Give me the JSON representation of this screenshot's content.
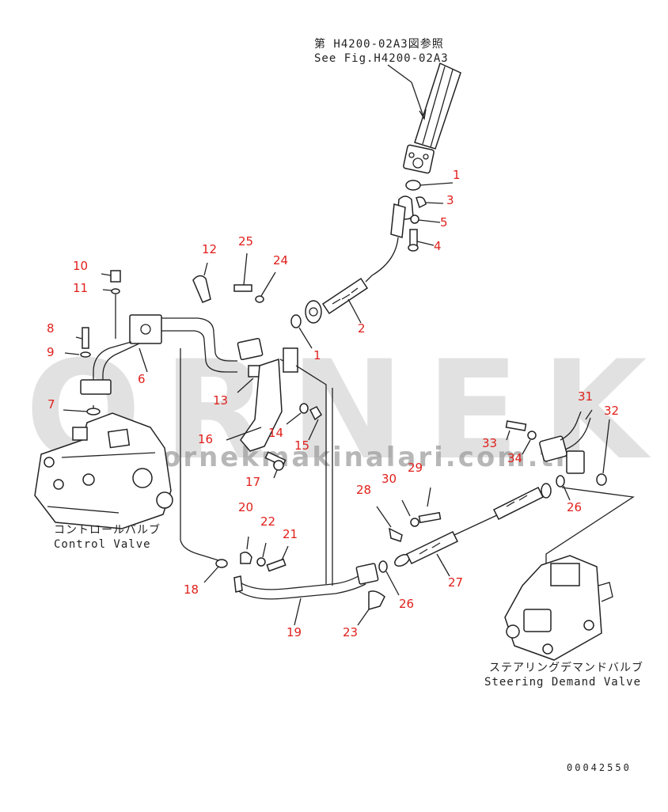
{
  "references": {
    "ref_jp": "第 H4200-02A3図参照",
    "ref_en": "See Fig.H4200-02A3"
  },
  "assemblies": {
    "control_valve_jp": "コントロールバルブ",
    "control_valve_en": "Control Valve",
    "steering_valve_jp": "ステアリングデマンドバルブ",
    "steering_valve_en": "Steering Demand Valve"
  },
  "drawing_number": "00042550",
  "watermark": {
    "brand": "ORNEK",
    "url": "www.ornekmakinalari.com.tr"
  },
  "callouts": [
    {
      "id": "c1a",
      "text": "1"
    },
    {
      "id": "c1b",
      "text": "1"
    },
    {
      "id": "c2",
      "text": "2"
    },
    {
      "id": "c3",
      "text": "3"
    },
    {
      "id": "c4",
      "text": "4"
    },
    {
      "id": "c5",
      "text": "5"
    },
    {
      "id": "c6",
      "text": "6"
    },
    {
      "id": "c7",
      "text": "7"
    },
    {
      "id": "c8",
      "text": "8"
    },
    {
      "id": "c9",
      "text": "9"
    },
    {
      "id": "c10",
      "text": "10"
    },
    {
      "id": "c11",
      "text": "11"
    },
    {
      "id": "c12",
      "text": "12"
    },
    {
      "id": "c13",
      "text": "13"
    },
    {
      "id": "c14",
      "text": "14"
    },
    {
      "id": "c15",
      "text": "15"
    },
    {
      "id": "c16",
      "text": "16"
    },
    {
      "id": "c17",
      "text": "17"
    },
    {
      "id": "c18",
      "text": "18"
    },
    {
      "id": "c19",
      "text": "19"
    },
    {
      "id": "c20",
      "text": "20"
    },
    {
      "id": "c21",
      "text": "21"
    },
    {
      "id": "c22",
      "text": "22"
    },
    {
      "id": "c23",
      "text": "23"
    },
    {
      "id": "c24",
      "text": "24"
    },
    {
      "id": "c25",
      "text": "25"
    },
    {
      "id": "c26a",
      "text": "26"
    },
    {
      "id": "c26b",
      "text": "26"
    },
    {
      "id": "c27",
      "text": "27"
    },
    {
      "id": "c28",
      "text": "28"
    },
    {
      "id": "c29",
      "text": "29"
    },
    {
      "id": "c30",
      "text": "30"
    },
    {
      "id": "c31",
      "text": "31"
    },
    {
      "id": "c32",
      "text": "32"
    },
    {
      "id": "c33",
      "text": "33"
    },
    {
      "id": "c34",
      "text": "34"
    }
  ],
  "colors": {
    "callout": "#e0201c",
    "line": "#222222",
    "watermark": "#c9c9c9"
  }
}
